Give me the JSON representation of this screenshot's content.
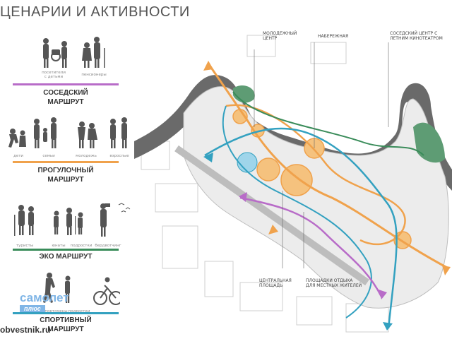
{
  "title": "ЦЕНАРИИ И АКТИВНОСТИ",
  "colors": {
    "purple": "#b86cc8",
    "orange": "#f0a24c",
    "green": "#3a8c5a",
    "blue": "#33a1c0",
    "water": "#5f5f5f"
  },
  "routes": [
    {
      "label_1": "СОСЕДСКИЙ",
      "label_2": "МАРШРУТ",
      "captions": [
        "посетители с детьми",
        "пенсионеры"
      ]
    },
    {
      "label_1": "ПРОГУЛОЧНЫЙ",
      "label_2": "МАРШРУТ",
      "captions": [
        "дети",
        "семьи",
        "молодежь",
        "взрослые"
      ]
    },
    {
      "label_1": "ЭКО МАРШРУТ",
      "label_2": "",
      "captions": [
        "туристы",
        "юнаты",
        "подростки",
        "бердвотчинг"
      ]
    },
    {
      "label_1": "СПОРТИВНЫЙ",
      "label_2": "МАРШРУТ",
      "captions": [
        "спортсмены",
        "подростки"
      ]
    }
  ],
  "map_labels": {
    "youth_center": "МОЛОДЕЖНЫЙ ЦЕНТР",
    "embankment": "НАБЕРЕЖНАЯ",
    "neighbor_center": "СОСЕДСКИЙ ЦЕНТР С ЛЕТНИМ КИНОТЕАТРОМ",
    "central_square": "ЦЕНТРАЛЬНАЯ ПЛОЩАДЬ",
    "rest_areas": "ПЛОЩАДКИ ОТДЫХА ДЛЯ МЕСТНЫХ ЖИТЕЛЕЙ"
  },
  "watermark": {
    "brand": "самолет",
    "badge": "плюс"
  },
  "site": "obvestnik.ru"
}
